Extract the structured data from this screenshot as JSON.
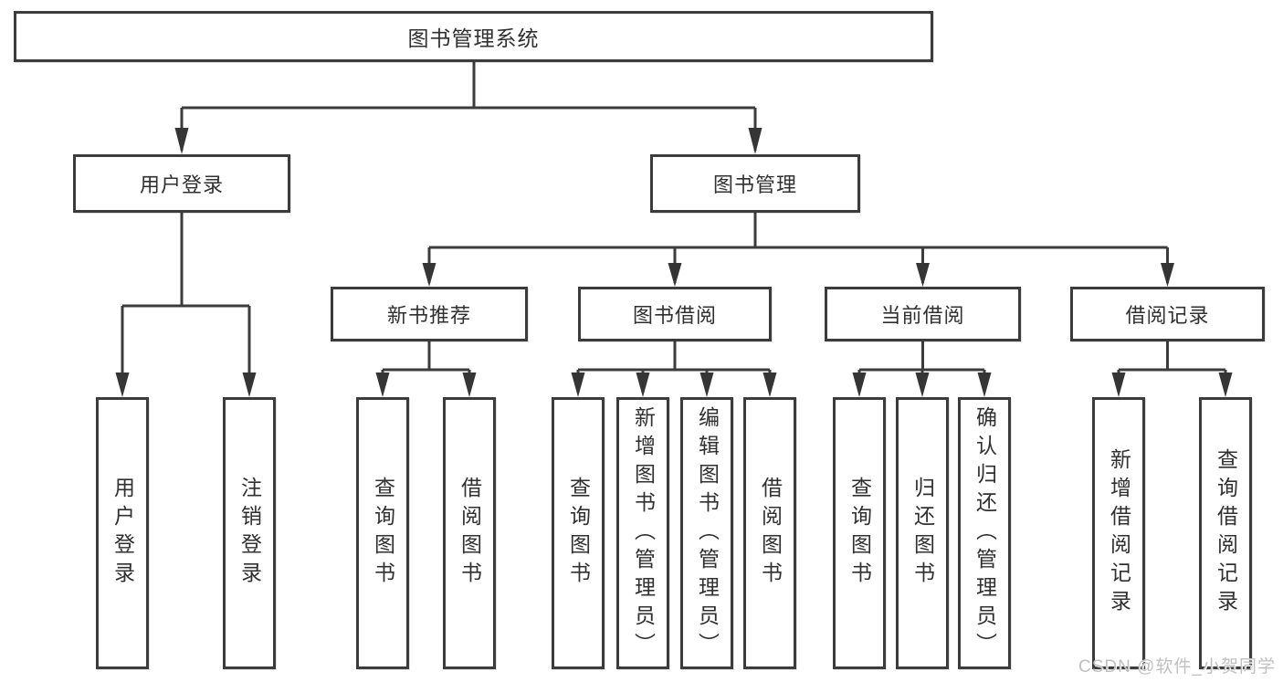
{
  "tree": {
    "label": "图书管理系统",
    "children": [
      {
        "label": "用户登录",
        "children": [
          {
            "label": "用户登录"
          },
          {
            "label": "注销登录"
          }
        ]
      },
      {
        "label": "图书管理",
        "children": [
          {
            "label": "新书推荐",
            "children": [
              {
                "label": "查询图书"
              },
              {
                "label": "借阅图书"
              }
            ]
          },
          {
            "label": "图书借阅",
            "children": [
              {
                "label": "查询图书"
              },
              {
                "label": "新增图书（管理员）"
              },
              {
                "label": "编辑图书（管理员）"
              },
              {
                "label": "借阅图书"
              }
            ]
          },
          {
            "label": "当前借阅",
            "children": [
              {
                "label": "查询图书"
              },
              {
                "label": "归还图书"
              },
              {
                "label": "确认归还（管理员）"
              }
            ]
          },
          {
            "label": "借阅记录",
            "children": [
              {
                "label": "新增借阅记录"
              },
              {
                "label": "查询借阅记录"
              }
            ]
          }
        ]
      }
    ]
  },
  "watermark": {
    "text": "CSDN @软件_小贺同学"
  },
  "colors": {
    "line": "#3c3c3c",
    "text": "#303030",
    "box_background": "#ffffff",
    "watermark": "#c0c0c0",
    "background": "#ffffff"
  }
}
